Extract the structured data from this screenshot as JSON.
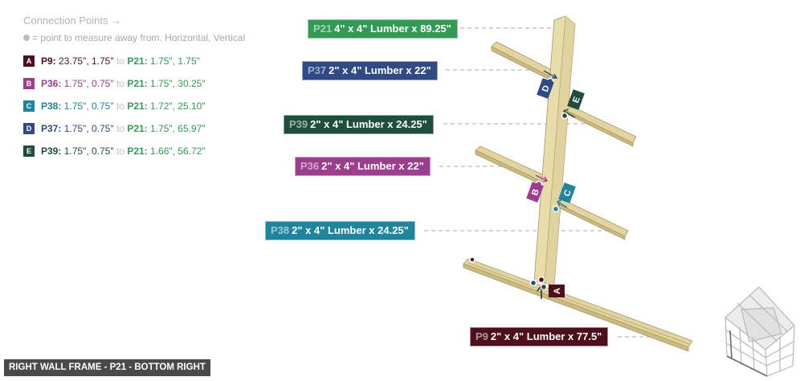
{
  "legend": {
    "title": "Connection Points →",
    "note": "= point to measure away from. Horizontal, Vertical",
    "connections": [
      {
        "badge": "A",
        "color": "#4e0f1c",
        "part": "P9:",
        "from": "23.75\", 1.75\"",
        "to": "to",
        "target": "P21:",
        "target_coords": "1.75\", 1.75\""
      },
      {
        "badge": "B",
        "color": "#9c3d8e",
        "part": "P36:",
        "from": "1.75\", 0.75\"",
        "to": "to",
        "target": "P21:",
        "target_coords": "1.75\", 30.25\""
      },
      {
        "badge": "C",
        "color": "#1e859c",
        "part": "P38:",
        "from": "1.75\", 0.75\"",
        "to": "to",
        "target": "P21:",
        "target_coords": "1.72\", 25.10\""
      },
      {
        "badge": "D",
        "color": "#2f4a85",
        "part": "P37:",
        "from": "1.75\", 0.75\"",
        "to": "to",
        "target": "P21:",
        "target_coords": "1.75\", 65.97\""
      },
      {
        "badge": "E",
        "color": "#1f4f3c",
        "part": "P39:",
        "from": "1.75\", 0.75\"",
        "to": "to",
        "target": "P21:",
        "target_coords": "1.66\", 56.72\""
      }
    ]
  },
  "parts": [
    {
      "id": "P21",
      "desc": "4\" x 4\" Lumber x 89.25\"",
      "color": "#339a55"
    },
    {
      "id": "P37",
      "desc": "2\" x 4\" Lumber  x 22\"",
      "color": "#2f4a85"
    },
    {
      "id": "P39",
      "desc": "2\" x 4\" Lumber  x 24.25\"",
      "color": "#1f4f3c"
    },
    {
      "id": "P36",
      "desc": "2\" x 4\" Lumber  x 22\"",
      "color": "#9c3d8e"
    },
    {
      "id": "P38",
      "desc": "2\" x 4\" Lumber  x 24.25\"",
      "color": "#1e859c"
    },
    {
      "id": "P9",
      "desc": "2\" x 4\" Lumber  x 77.5\"",
      "color": "#4e0f1c"
    }
  ],
  "markers": [
    "A",
    "B",
    "C",
    "D",
    "E"
  ],
  "caption": "RIGHT WALL FRAME - P21 - BOTTOM RIGHT",
  "colors": {
    "lumber": "#e6d9a8",
    "lumber_shade": "#cfbf86",
    "lumber_edge": "#a89766",
    "guide_line": "#a0a0a0"
  }
}
